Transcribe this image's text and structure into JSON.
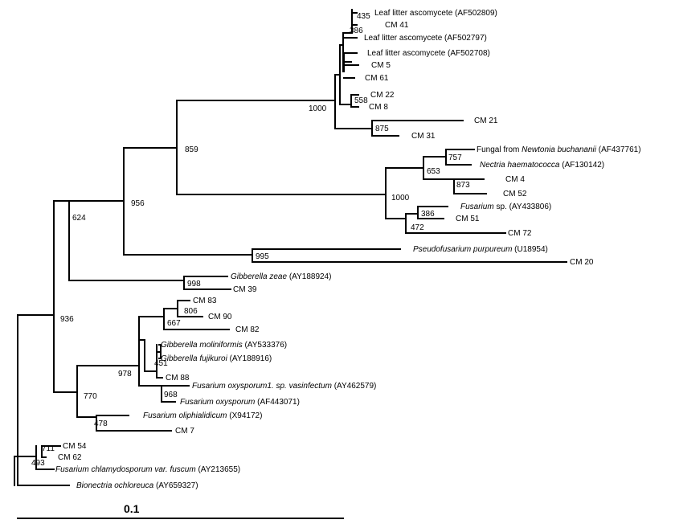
{
  "scale_bar": {
    "label": "0.1"
  },
  "leaves": [
    {
      "id": "AF502809",
      "parts": [
        {
          "t": "Leaf litter ascomycete (AF502809)"
        }
      ]
    },
    {
      "id": "CM41",
      "parts": [
        {
          "t": "CM 41"
        }
      ]
    },
    {
      "id": "AF502797",
      "parts": [
        {
          "t": "Leaf litter ascomycete (AF502797)"
        }
      ]
    },
    {
      "id": "AF502708",
      "parts": [
        {
          "t": "Leaf litter ascomycete (AF502708)"
        }
      ]
    },
    {
      "id": "CM5",
      "parts": [
        {
          "t": "CM 5"
        }
      ]
    },
    {
      "id": "CM61",
      "parts": [
        {
          "t": "CM 61"
        }
      ]
    },
    {
      "id": "CM22",
      "parts": [
        {
          "t": "CM 22"
        }
      ]
    },
    {
      "id": "CM8",
      "parts": [
        {
          "t": "CM 8"
        }
      ]
    },
    {
      "id": "CM21",
      "parts": [
        {
          "t": "CM 21"
        }
      ]
    },
    {
      "id": "CM31",
      "parts": [
        {
          "t": "CM 31"
        }
      ]
    },
    {
      "id": "AF437761",
      "parts": [
        {
          "t": "Fungal from "
        },
        {
          "t": "Newtonia buchananii",
          "i": true
        },
        {
          "t": " (AF437761)"
        }
      ]
    },
    {
      "id": "AF130142",
      "parts": [
        {
          "t": "Nectria haematococca",
          "i": true
        },
        {
          "t": " (AF130142)"
        }
      ]
    },
    {
      "id": "CM4",
      "parts": [
        {
          "t": "CM 4"
        }
      ]
    },
    {
      "id": "CM52",
      "parts": [
        {
          "t": "CM 52"
        }
      ]
    },
    {
      "id": "AY433806",
      "parts": [
        {
          "t": "Fusarium",
          "i": true
        },
        {
          "t": " sp. (AY433806)"
        }
      ]
    },
    {
      "id": "CM51",
      "parts": [
        {
          "t": "CM 51"
        }
      ]
    },
    {
      "id": "CM72",
      "parts": [
        {
          "t": "CM 72"
        }
      ]
    },
    {
      "id": "U18954",
      "parts": [
        {
          "t": "Pseudofusarium purpureum",
          "i": true
        },
        {
          "t": " (U18954)"
        }
      ]
    },
    {
      "id": "CM20",
      "parts": [
        {
          "t": "CM 20"
        }
      ]
    },
    {
      "id": "AY188924",
      "parts": [
        {
          "t": "Gibberella zeae",
          "i": true
        },
        {
          "t": " (AY188924)"
        }
      ]
    },
    {
      "id": "CM39",
      "parts": [
        {
          "t": "CM 39"
        }
      ]
    },
    {
      "id": "CM83",
      "parts": [
        {
          "t": "CM 83"
        }
      ]
    },
    {
      "id": "CM90",
      "parts": [
        {
          "t": "CM 90"
        }
      ]
    },
    {
      "id": "CM82",
      "parts": [
        {
          "t": "CM 82"
        }
      ]
    },
    {
      "id": "AY533376",
      "parts": [
        {
          "t": "Gibberella moliniformis",
          "i": true
        },
        {
          "t": " (AY533376)"
        }
      ]
    },
    {
      "id": "AY188916",
      "parts": [
        {
          "t": "Gibberella fujikuroi",
          "i": true
        },
        {
          "t": " (AY188916)"
        }
      ]
    },
    {
      "id": "CM88",
      "parts": [
        {
          "t": "CM 88"
        }
      ]
    },
    {
      "id": "AY462579",
      "parts": [
        {
          "t": "Fusarium oxysporum1. sp. vasinfectum",
          "i": true
        },
        {
          "t": " (AY462579)"
        }
      ]
    },
    {
      "id": "AF443071",
      "parts": [
        {
          "t": "Fusarium oxysporum",
          "i": true
        },
        {
          "t": " (AF443071)"
        }
      ]
    },
    {
      "id": "X94172",
      "parts": [
        {
          "t": "Fusarium oliphialidicum",
          "i": true
        },
        {
          "t": " (X94172)"
        }
      ]
    },
    {
      "id": "CM7",
      "parts": [
        {
          "t": "CM 7"
        }
      ]
    },
    {
      "id": "CM54",
      "parts": [
        {
          "t": "CM 54"
        }
      ]
    },
    {
      "id": "CM62",
      "parts": [
        {
          "t": "CM 62"
        }
      ]
    },
    {
      "id": "AY213655",
      "parts": [
        {
          "t": "Fusarium chlamydosporum var. fuscum",
          "i": true
        },
        {
          "t": " (AY213655)"
        }
      ]
    },
    {
      "id": "AY659327",
      "parts": [
        {
          "t": "Bionectria ochloreuca",
          "i": true
        },
        {
          "t": " (AY659327)"
        }
      ]
    }
  ],
  "bootstrap": [
    "435",
    "386",
    "1000",
    "558",
    "875",
    "859",
    "757",
    "653",
    "873",
    "1000",
    "386",
    "472",
    "956",
    "995",
    "624",
    "998",
    "806",
    "667",
    "451",
    "978",
    "968",
    "770",
    "478",
    "936",
    "711",
    "493"
  ]
}
